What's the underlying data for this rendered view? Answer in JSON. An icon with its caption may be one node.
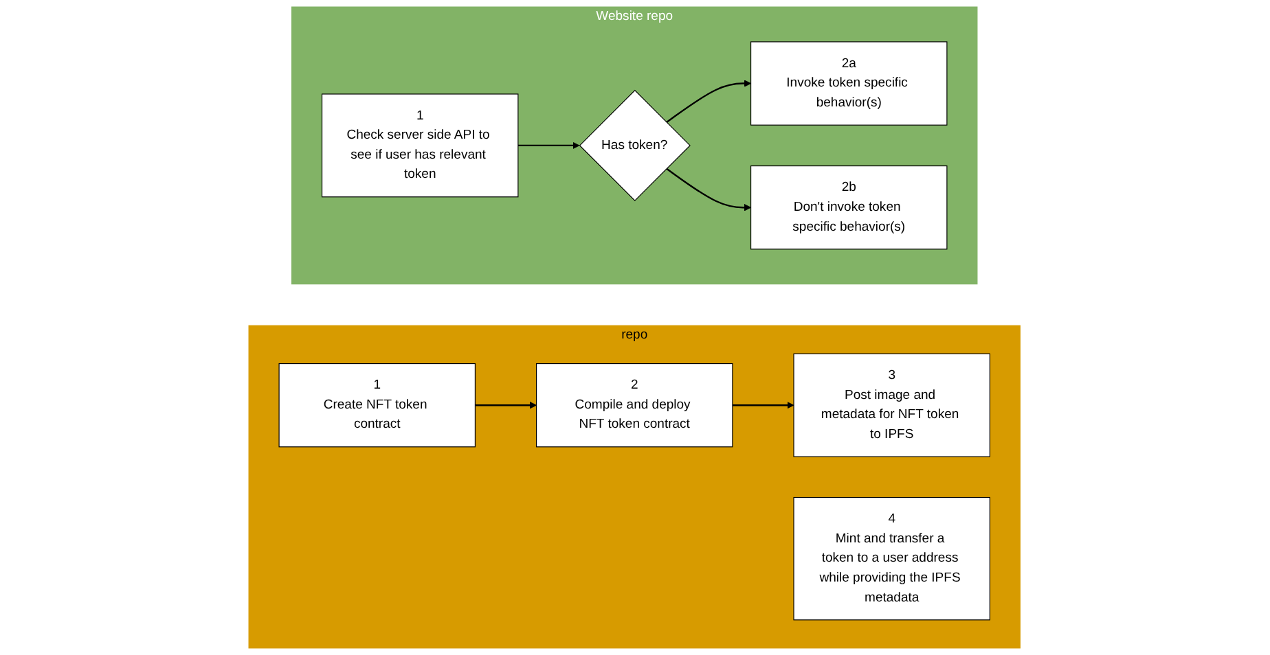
{
  "diagram": {
    "nodes": [
      {
        "text": [
          "repo"
        ]
      },
      {
        "text": [
          "1",
          "Create NFT token contract"
        ],
        "in": 0
      },
      {
        "text": [
          "2",
          "Compile and deploy NFT token contract"
        ],
        "in": 0
      },
      {
        "text": [
          "3",
          "Post image and metadata for NFT token to IPFS"
        ],
        "in": 0
      },
      {
        "text": [
          "4",
          "Mint and transfer a token to a user address while providing the IPFS metadata"
        ],
        "in": 0
      },
      {
        "text": [
          "Website repo"
        ]
      },
      {
        "text": [
          "1",
          "Check server side API to see if user has relevant token"
        ],
        "in": 5
      },
      {
        "text": [
          "Has token?"
        ],
        "in": 5
      },
      {
        "text": [
          "2a",
          "Invoke token specific behavior(s)"
        ],
        "in": 5
      },
      {
        "text": [
          "2b",
          "Don't invoke token specific behavior(s)"
        ],
        "in": 5
      }
    ],
    "edges": [
      {
        "from": 1,
        "to": 2,
        "arrow": "to"
      },
      {
        "from": 2,
        "to": 3,
        "arrow": "to"
      },
      {
        "from": 6,
        "to": 7,
        "arrow": "to"
      },
      {
        "from": 7,
        "to": 8,
        "arrow": "to"
      },
      {
        "from": 7,
        "to": 9,
        "arrow": "to"
      }
    ]
  }
}
